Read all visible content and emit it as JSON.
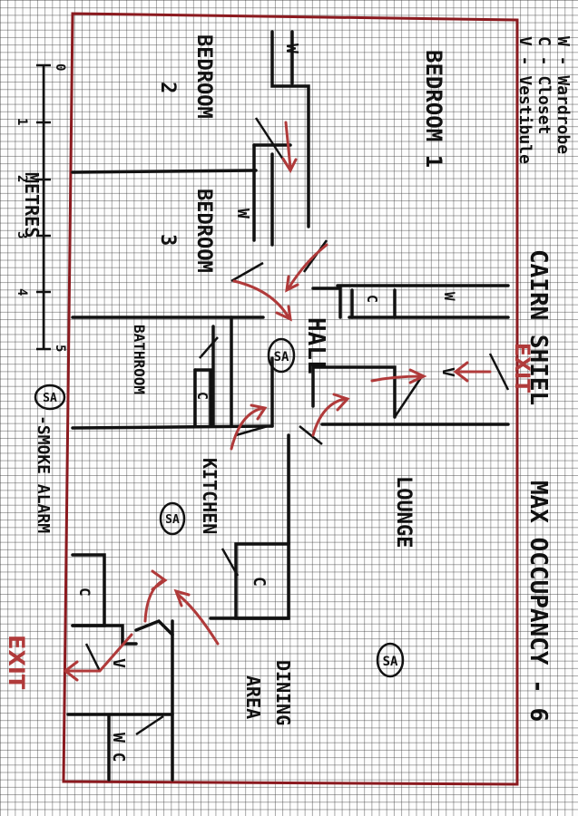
{
  "legend": {
    "wardrobe": "W - Wardrobe",
    "closet": "C - Closet",
    "vestibule": "V - Vestibule"
  },
  "scale": {
    "label": "METRES",
    "ticks": [
      "0",
      "1",
      "2",
      "3",
      "4",
      "5"
    ]
  },
  "smoke_legend": {
    "badge": "SA",
    "text": "-SMOKE ALARM"
  },
  "titles": {
    "property": "CAIRN SHIEL",
    "occupancy": "MAX OCCUPANCY - 6"
  },
  "rooms": {
    "bedroom1": "BEDROOM 1",
    "bedroom2_line1": "BEDROOM",
    "bedroom2_line2": "2",
    "bedroom3_line1": "BEDROOM",
    "bedroom3_line2": "3",
    "bathroom": "BATHROOM",
    "hall": "HALL",
    "kitchen": "KITCHEN",
    "lounge": "LOUNGE",
    "dining_line1": "DINING",
    "dining_line2": "AREA",
    "wc": "W C"
  },
  "fixtures": {
    "wardrobe": "W",
    "closet": "C",
    "vestibule": "V",
    "smoke_alarm": "SA"
  },
  "exits": {
    "label": "EXIT"
  },
  "colors": {
    "wall": "#111111",
    "outline": "#8b1a1f",
    "exit_arrow": "#b03a3a",
    "grid": "#555555"
  }
}
